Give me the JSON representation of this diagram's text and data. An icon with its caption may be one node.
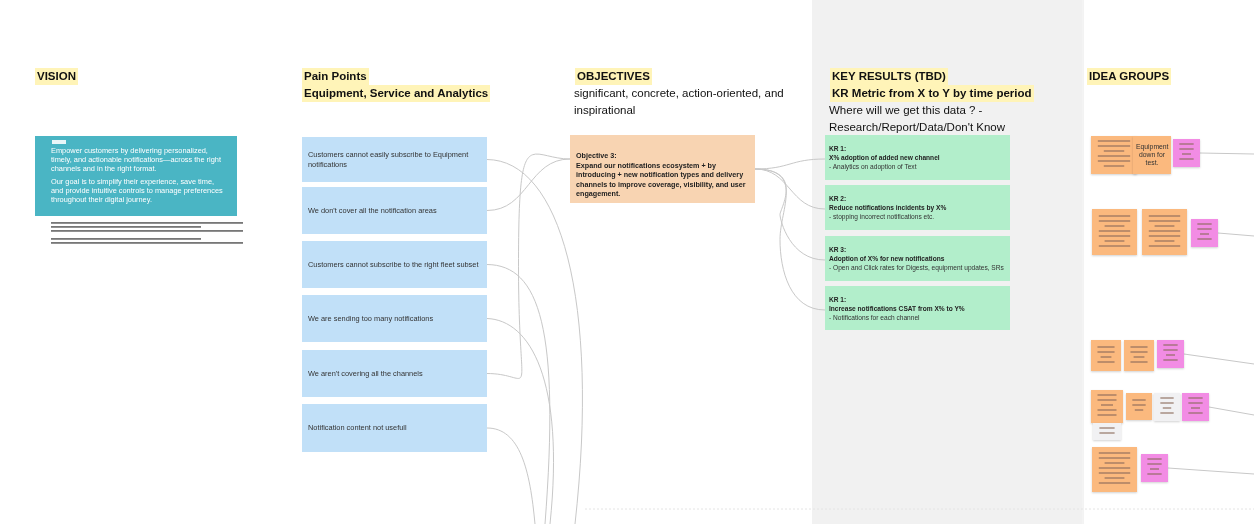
{
  "diagram": {
    "nodes": [
      {
        "text": [
          "Empower customers by delivering personalized, timely, and actionable notifications—across the right channels and in the right format.",
          "Our goal is to simplify their experience, save time, and provide intuitive controls to manage preferences throughout their digital journey."
        ]
      },
      {
        "text": [
          "Customers cannot easily subscribe to Equipment notifications"
        ]
      },
      {
        "text": [
          "We don't cover all the notification areas"
        ]
      },
      {
        "text": [
          "Customers cannot subscribe to the right fleet subset"
        ]
      },
      {
        "text": [
          "We are sending too many notifications"
        ]
      },
      {
        "text": [
          "We aren't covering all the channels"
        ]
      },
      {
        "text": [
          "Notification content not usefull"
        ]
      },
      {
        "text": [
          "Objective 3:",
          "Expand our notifications ecosystem + by introducing + new notification types and delivery channels to improve coverage, visibility, and user engagement."
        ]
      },
      {
        "text": [
          "KR 1:",
          "X% adoption of added new channel",
          "- Analytics on adoption of Text"
        ]
      },
      {
        "text": [
          "KR 2:",
          "Reduce notifications incidents by X%",
          "- stopping incorrect notifications etc."
        ]
      },
      {
        "text": [
          "KR 3:",
          "Adoption of X% for new notifications",
          "- Open and Click rates for Digests, equipment updates, SRs"
        ]
      },
      {
        "text": [
          "KR 1:",
          "Increase notifications CSAT from X% to Y%",
          "- Notifications for each channel"
        ]
      },
      {
        "text": [],
        "shape": "box"
      },
      {
        "text": [
          "Equipment down for test."
        ]
      },
      {
        "text": [],
        "shape": "box"
      },
      {
        "text": [],
        "shape": "box"
      },
      {
        "text": [],
        "shape": "box"
      },
      {
        "text": [],
        "shape": "box"
      },
      {
        "text": [],
        "shape": "box"
      },
      {
        "text": [],
        "shape": "box"
      },
      {
        "text": [],
        "shape": "box"
      },
      {
        "text": [],
        "shape": "box"
      },
      {
        "text": [],
        "shape": "box"
      },
      {
        "text": [],
        "shape": "box"
      },
      {
        "text": [],
        "shape": "box"
      },
      {
        "text": [],
        "shape": "box"
      },
      {
        "text": [],
        "shape": "box"
      },
      {
        "text": [],
        "shape": "box"
      }
    ],
    "edges": [
      {
        "from": 2,
        "to": 7,
        "arrow": "none"
      },
      {
        "from": 5,
        "to": 7,
        "arrow": "none"
      },
      {
        "from": 1,
        "to": null,
        "arrow": "none"
      },
      {
        "from": 3,
        "to": null,
        "arrow": "none"
      },
      {
        "from": 4,
        "to": null,
        "arrow": "none"
      },
      {
        "from": 6,
        "to": null,
        "arrow": "none"
      },
      {
        "from": 7,
        "to": 8,
        "arrow": "none"
      },
      {
        "from": 7,
        "to": 9,
        "arrow": "none"
      },
      {
        "from": 7,
        "to": 10,
        "arrow": "none"
      },
      {
        "from": 7,
        "to": 11,
        "arrow": "none"
      },
      {
        "from": 14,
        "to": null,
        "arrow": "none"
      },
      {
        "from": 17,
        "to": null,
        "arrow": "none"
      },
      {
        "from": 20,
        "to": null,
        "arrow": "none"
      },
      {
        "from": 24,
        "to": null,
        "arrow": "none"
      },
      {
        "from": 27,
        "to": null,
        "arrow": "none"
      }
    ],
    "labels": [
      "VISION",
      "Pain Points",
      "Equipment, Service and Analytics",
      "OBJECTIVES",
      "significant, concrete, action-oriented, and inspirational",
      "KEY RESULTS (TBD)",
      "KR Metric from X to Y by time period",
      "Where will we get this data ? - Research/Report/Data/Don't Know",
      "IDEA GROUPS"
    ]
  }
}
